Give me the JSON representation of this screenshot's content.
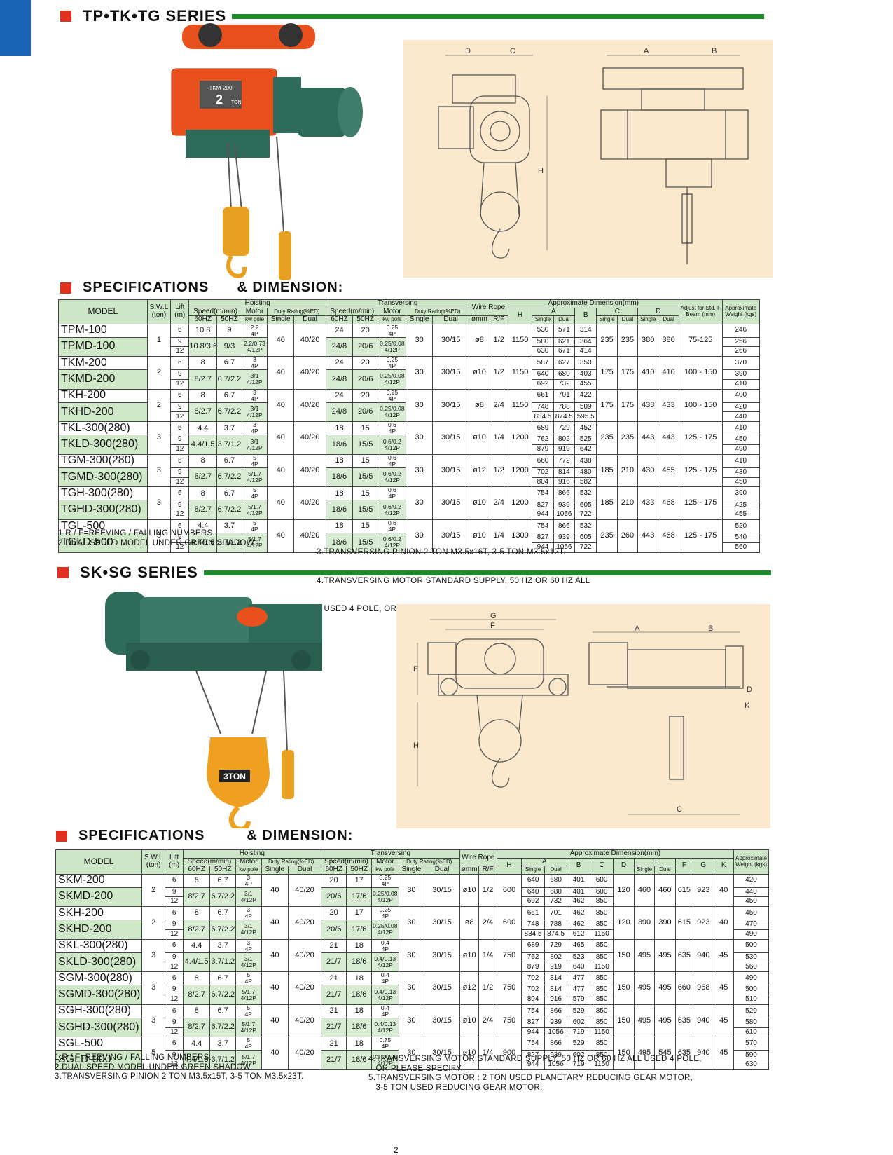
{
  "series1": {
    "title": "TP•TK•TG SERIES"
  },
  "series2": {
    "title": "SK•SG SERIES"
  },
  "spec_title_left": "SPECIFICATIONS",
  "spec_title_right": "& DIMENSION:",
  "photo1": {
    "label_line1": "TKM-200",
    "label_line2": "2",
    "label_line3": "TON"
  },
  "photo2": {
    "label": "3TON"
  },
  "drawing1": {
    "labels": {
      "d": "D",
      "c": "C",
      "h": "H",
      "a": "A",
      "b": "B"
    }
  },
  "drawing2": {
    "labels": {
      "g": "G",
      "f": "F",
      "e": "E",
      "h": "H",
      "a": "A",
      "b": "B",
      "c": "C",
      "d": "D",
      "k": "K"
    }
  },
  "table1": {
    "headers": {
      "model": "MODEL",
      "swl": "S.W.L",
      "swl_unit": "(ton)",
      "lift": "Lift",
      "lift_unit": "(m)",
      "hoisting": "Hoisting",
      "transversing": "Transversing",
      "speed": "Speed(m/min)",
      "motor": "Motor",
      "duty": "Duty Rating(%ED)",
      "hz60": "60HZ",
      "hz50": "50HZ",
      "kwpole": "kw pole",
      "single": "Single",
      "dual": "Dual",
      "wire": "Wire Rope",
      "mm": "ømm",
      "rf": "R/F",
      "approx": "Approximate Dimension(mm)",
      "h": "H",
      "a": "A",
      "b": "B",
      "c": "C",
      "d": "D",
      "adjust": "Adjust for Std. I-Beam (mm)",
      "weight": "Approximate Weight (kgs)"
    },
    "groups": [
      {
        "m1": "TPM-100",
        "m2": "TPMD-100",
        "swl": "1",
        "lift": [
          "6",
          "9",
          "12"
        ],
        "h60": "10.8",
        "h50": "9",
        "hm1": "2.2",
        "hm1b": "4P",
        "h60d": "10.8/3.6",
        "h50d": "9/3",
        "hm2": "2.2/0.73",
        "hm2b": "4/12P",
        "hs": "40",
        "hd": "40/20",
        "t60": "24",
        "t50": "20",
        "tm1": "0.25",
        "tm1b": "4P",
        "t60d": "24/8",
        "t50d": "20/6",
        "tm2": "0.25/0.08",
        "tm2b": "4/12P",
        "ts": "30",
        "td": "30/15",
        "wr": "ø8",
        "rf": "1/2",
        "H": "1150",
        "as": [
          "530",
          "580",
          "630"
        ],
        "ad": [
          "571",
          "621",
          "671"
        ],
        "b": [
          "314",
          "364",
          "414"
        ],
        "cs": "235",
        "cd": "235",
        "ds": "380",
        "dd": "380",
        "adj": "75-125",
        "w": [
          "246",
          "256",
          "266"
        ]
      },
      {
        "m1": "TKM-200",
        "m2": "TKMD-200",
        "swl": "2",
        "lift": [
          "6",
          "9",
          "12"
        ],
        "h60": "8",
        "h50": "6.7",
        "hm1": "3",
        "hm1b": "4P",
        "h60d": "8/2.7",
        "h50d": "6.7/2.2",
        "hm2": "3/1",
        "hm2b": "4/12P",
        "hs": "40",
        "hd": "40/20",
        "t60": "24",
        "t50": "20",
        "tm1": "0.25",
        "tm1b": "4P",
        "t60d": "24/8",
        "t50d": "20/6",
        "tm2": "0.25/0.08",
        "tm2b": "4/12P",
        "ts": "30",
        "td": "30/15",
        "wr": "ø10",
        "rf": "1/2",
        "H": "1150",
        "as": [
          "587",
          "640",
          "692"
        ],
        "ad": [
          "627",
          "680",
          "732"
        ],
        "b": [
          "350",
          "403",
          "455"
        ],
        "cs": "175",
        "cd": "175",
        "ds": "410",
        "dd": "410",
        "adj": "100 - 150",
        "w": [
          "370",
          "390",
          "410"
        ]
      },
      {
        "m1": "TKH-200",
        "m2": "TKHD-200",
        "swl": "2",
        "lift": [
          "6",
          "9",
          "12"
        ],
        "h60": "8",
        "h50": "6.7",
        "hm1": "3",
        "hm1b": "4P",
        "h60d": "8/2.7",
        "h50d": "6.7/2.2",
        "hm2": "3/1",
        "hm2b": "4/12P",
        "hs": "40",
        "hd": "40/20",
        "t60": "24",
        "t50": "20",
        "tm1": "0.25",
        "tm1b": "4P",
        "t60d": "24/8",
        "t50d": "20/6",
        "tm2": "0.25/0.08",
        "tm2b": "4/12P",
        "ts": "30",
        "td": "30/15",
        "wr": "ø8",
        "rf": "2/4",
        "H": "1150",
        "as": [
          "661",
          "748",
          "834.5"
        ],
        "ad": [
          "701",
          "788",
          "874.5"
        ],
        "b": [
          "422",
          "509",
          "595.5"
        ],
        "cs": "175",
        "cd": "175",
        "ds": "433",
        "dd": "433",
        "adj": "100 - 150",
        "w": [
          "400",
          "420",
          "440"
        ]
      },
      {
        "m1": "TKL-300(280)",
        "m2": "TKLD-300(280)",
        "swl": "3",
        "lift": [
          "6",
          "9",
          "12"
        ],
        "h60": "4.4",
        "h50": "3.7",
        "hm1": "3",
        "hm1b": "4P",
        "h60d": "4.4/1.5",
        "h50d": "3.7/1.2",
        "hm2": "3/1",
        "hm2b": "4/12P",
        "hs": "40",
        "hd": "40/20",
        "t60": "18",
        "t50": "15",
        "tm1": "0.6",
        "tm1b": "4P",
        "t60d": "18/6",
        "t50d": "15/5",
        "tm2": "0.6/0.2",
        "tm2b": "4/12P",
        "ts": "30",
        "td": "30/15",
        "wr": "ø10",
        "rf": "1/4",
        "H": "1200",
        "as": [
          "689",
          "762",
          "879"
        ],
        "ad": [
          "729",
          "802",
          "919"
        ],
        "b": [
          "452",
          "525",
          "642"
        ],
        "cs": "235",
        "cd": "235",
        "ds": "443",
        "dd": "443",
        "adj": "125 - 175",
        "w": [
          "410",
          "450",
          "490"
        ]
      },
      {
        "m1": "TGM-300(280)",
        "m2": "TGMD-300(280)",
        "swl": "3",
        "lift": [
          "6",
          "9",
          "12"
        ],
        "h60": "8",
        "h50": "6.7",
        "hm1": "5",
        "hm1b": "4P",
        "h60d": "8/2.7",
        "h50d": "6.7/2.2",
        "hm2": "5/1.7",
        "hm2b": "4/12P",
        "hs": "40",
        "hd": "40/20",
        "t60": "18",
        "t50": "15",
        "tm1": "0.6",
        "tm1b": "4P",
        "t60d": "18/6",
        "t50d": "15/5",
        "tm2": "0.6/0.2",
        "tm2b": "4/12P",
        "ts": "30",
        "td": "30/15",
        "wr": "ø12",
        "rf": "1/2",
        "H": "1200",
        "as": [
          "660",
          "702",
          "804"
        ],
        "ad": [
          "772",
          "814",
          "916"
        ],
        "b": [
          "438",
          "480",
          "582"
        ],
        "cs": "185",
        "cd": "210",
        "ds": "430",
        "dd": "455",
        "adj": "125 - 175",
        "w": [
          "410",
          "430",
          "450"
        ]
      },
      {
        "m1": "TGH-300(280)",
        "m2": "TGHD-300(280)",
        "swl": "3",
        "lift": [
          "6",
          "9",
          "12"
        ],
        "h60": "8",
        "h50": "6.7",
        "hm1": "5",
        "hm1b": "4P",
        "h60d": "8/2.7",
        "h50d": "6.7/2.2",
        "hm2": "5/1.7",
        "hm2b": "4/12P",
        "hs": "40",
        "hd": "40/20",
        "t60": "18",
        "t50": "15",
        "tm1": "0.6",
        "tm1b": "4P",
        "t60d": "18/6",
        "t50d": "15/5",
        "tm2": "0.6/0.2",
        "tm2b": "4/12P",
        "ts": "30",
        "td": "30/15",
        "wr": "ø10",
        "rf": "2/4",
        "H": "1200",
        "as": [
          "754",
          "827",
          "944"
        ],
        "ad": [
          "866",
          "939",
          "1056"
        ],
        "b": [
          "532",
          "605",
          "722"
        ],
        "cs": "185",
        "cd": "210",
        "ds": "433",
        "dd": "468",
        "adj": "125 - 175",
        "w": [
          "390",
          "425",
          "455"
        ]
      },
      {
        "m1": "TGL-500",
        "m2": "TGLD-500",
        "swl": "5",
        "lift": [
          "6",
          "9",
          "12"
        ],
        "h60": "4.4",
        "h50": "3.7",
        "hm1": "5",
        "hm1b": "4P",
        "h60d": "4.4/1.5",
        "h50d": "3.7/1.2",
        "hm2": "5/1.7",
        "hm2b": "4/12P",
        "hs": "40",
        "hd": "40/20",
        "t60": "18",
        "t50": "15",
        "tm1": "0.6",
        "tm1b": "4P",
        "t60d": "18/6",
        "t50d": "15/5",
        "tm2": "0.6/0.2",
        "tm2b": "4/12P",
        "ts": "30",
        "td": "30/15",
        "wr": "ø10",
        "rf": "1/4",
        "H": "1300",
        "as": [
          "754",
          "827",
          "944"
        ],
        "ad": [
          "866",
          "939",
          "1056"
        ],
        "b": [
          "532",
          "605",
          "722"
        ],
        "cs": "235",
        "cd": "260",
        "ds": "443",
        "dd": "468",
        "adj": "125 - 175",
        "w": [
          "520",
          "540",
          "560"
        ]
      }
    ]
  },
  "notes1": {
    "left": [
      "1.R / F=REEVING / FALLING NUMBERS.",
      "2.DUAL SPEED MODEL UNDER GREEN SHADOW."
    ],
    "right": [
      "3.TRANSVERSING PINION  2  TON M3.5x16T, 3-5  TON  M3.5x12T.",
      "4.TRANSVERSING MOTOR STANDARD SUPPLY, 50 HZ OR 60 HZ ALL",
      "   USED 4 POLE, OR PLEASE SPECIFY."
    ]
  },
  "table2": {
    "headers": {
      "model": "MODEL",
      "swl": "S.W.L",
      "swl_unit": "(ton)",
      "lift": "Lift",
      "lift_unit": "(m)",
      "hoisting": "Hoisting",
      "transversing": "Transversing",
      "speed": "Speed(m/min)",
      "motor": "Motor",
      "duty": "Duty Rating(%ED)",
      "hz60": "60HZ",
      "hz50": "50HZ",
      "kwpole": "kw pole",
      "single": "Single",
      "dual": "Dual",
      "wire": "Wire Rope",
      "mm": "ømm",
      "rf": "R/F",
      "approx": "Approximate Dimension(mm)",
      "h": "H",
      "a": "A",
      "b": "B",
      "c": "C",
      "d": "D",
      "e": "E",
      "f": "F",
      "g": "G",
      "k": "K",
      "weight": "Approximate Weight (kgs)"
    },
    "groups": [
      {
        "m1": "SKM-200",
        "m2": "SKMD-200",
        "swl": "2",
        "lift": [
          "6",
          "9",
          "12"
        ],
        "h60": "8",
        "h50": "6.7",
        "hm1": "3",
        "hm1b": "4P",
        "h60d": "8/2.7",
        "h50d": "6.7/2.2",
        "hm2": "3/1",
        "hm2b": "4/12P",
        "hs": "40",
        "hd": "40/20",
        "t60": "20",
        "t50": "17",
        "tm1": "0.25",
        "tm1b": "4P",
        "t60d": "20/6",
        "t50d": "17/6",
        "tm2": "0.25/0.08",
        "tm2b": "4/12P",
        "ts": "30",
        "td": "30/15",
        "wr": "ø10",
        "rf": "1/2",
        "H": "600",
        "as": [
          "640",
          "640",
          "692"
        ],
        "ad": [
          "680",
          "680",
          "732"
        ],
        "b": [
          "401",
          "401",
          "462"
        ],
        "c": [
          "600",
          "600",
          "850"
        ],
        "d": "120",
        "es": "460",
        "ed": "460",
        "f": "615",
        "g": "923",
        "k": "40",
        "w": [
          "420",
          "440",
          "450"
        ]
      },
      {
        "m1": "SKH-200",
        "m2": "SKHD-200",
        "swl": "2",
        "lift": [
          "6",
          "9",
          "12"
        ],
        "h60": "8",
        "h50": "6.7",
        "hm1": "3",
        "hm1b": "4P",
        "h60d": "8/2.7",
        "h50d": "6.7/2.2",
        "hm2": "3/1",
        "hm2b": "4/12P",
        "hs": "40",
        "hd": "40/20",
        "t60": "20",
        "t50": "17",
        "tm1": "0.25",
        "tm1b": "4P",
        "t60d": "20/6",
        "t50d": "17/6",
        "tm2": "0.25/0.08",
        "tm2b": "4/12P",
        "ts": "30",
        "td": "30/15",
        "wr": "ø8",
        "rf": "2/4",
        "H": "600",
        "as": [
          "661",
          "748",
          "834.5"
        ],
        "ad": [
          "701",
          "788",
          "874.5"
        ],
        "b": [
          "462",
          "462",
          "612"
        ],
        "c": [
          "850",
          "850",
          "1150"
        ],
        "d": "120",
        "es": "390",
        "ed": "390",
        "f": "615",
        "g": "923",
        "k": "40",
        "w": [
          "450",
          "470",
          "490"
        ]
      },
      {
        "m1": "SKL-300(280)",
        "m2": "SKLD-300(280)",
        "swl": "3",
        "lift": [
          "6",
          "9",
          "12"
        ],
        "h60": "4.4",
        "h50": "3.7",
        "hm1": "3",
        "hm1b": "4P",
        "h60d": "4.4/1.5",
        "h50d": "3.7/1.2",
        "hm2": "3/1",
        "hm2b": "4/12P",
        "hs": "40",
        "hd": "40/20",
        "t60": "21",
        "t50": "18",
        "tm1": "0.4",
        "tm1b": "4P",
        "t60d": "21/7",
        "t50d": "18/6",
        "tm2": "0.4/0.13",
        "tm2b": "4/12P",
        "ts": "30",
        "td": "30/15",
        "wr": "ø10",
        "rf": "1/4",
        "H": "750",
        "as": [
          "689",
          "762",
          "879"
        ],
        "ad": [
          "729",
          "802",
          "919"
        ],
        "b": [
          "465",
          "523",
          "640"
        ],
        "c": [
          "850",
          "850",
          "1150"
        ],
        "d": "150",
        "es": "495",
        "ed": "495",
        "f": "635",
        "g": "940",
        "k": "45",
        "w": [
          "500",
          "530",
          "560"
        ]
      },
      {
        "m1": "SGM-300(280)",
        "m2": "SGMD-300(280)",
        "swl": "3",
        "lift": [
          "6",
          "9",
          "12"
        ],
        "h60": "8",
        "h50": "6.7",
        "hm1": "5",
        "hm1b": "4P",
        "h60d": "8/2.7",
        "h50d": "6.7/2.2",
        "hm2": "5/1.7",
        "hm2b": "4/12P",
        "hs": "40",
        "hd": "40/20",
        "t60": "21",
        "t50": "18",
        "tm1": "0.4",
        "tm1b": "4P",
        "t60d": "21/7",
        "t50d": "18/6",
        "tm2": "0.4/0.13",
        "tm2b": "4/12P",
        "ts": "30",
        "td": "30/15",
        "wr": "ø12",
        "rf": "1/2",
        "H": "750",
        "as": [
          "702",
          "702",
          "804"
        ],
        "ad": [
          "814",
          "814",
          "916"
        ],
        "b": [
          "477",
          "477",
          "579"
        ],
        "c": [
          "850",
          "850",
          "850"
        ],
        "d": "150",
        "es": "495",
        "ed": "495",
        "f": "660",
        "g": "968",
        "k": "45",
        "w": [
          "490",
          "500",
          "510"
        ]
      },
      {
        "m1": "SGH-300(280)",
        "m2": "SGHD-300(280)",
        "swl": "3",
        "lift": [
          "6",
          "9",
          "12"
        ],
        "h60": "8",
        "h50": "6.7",
        "hm1": "5",
        "hm1b": "4P",
        "h60d": "8/2.7",
        "h50d": "6.7/2.2",
        "hm2": "5/1.7",
        "hm2b": "4/12P",
        "hs": "40",
        "hd": "40/20",
        "t60": "21",
        "t50": "18",
        "tm1": "0.4",
        "tm1b": "4P",
        "t60d": "21/7",
        "t50d": "18/6",
        "tm2": "0.4/0.13",
        "tm2b": "4/12P",
        "ts": "30",
        "td": "30/15",
        "wr": "ø10",
        "rf": "2/4",
        "H": "750",
        "as": [
          "754",
          "827",
          "944"
        ],
        "ad": [
          "866",
          "939",
          "1056"
        ],
        "b": [
          "529",
          "602",
          "719"
        ],
        "c": [
          "850",
          "850",
          "1150"
        ],
        "d": "150",
        "es": "495",
        "ed": "495",
        "f": "635",
        "g": "940",
        "k": "45",
        "w": [
          "520",
          "580",
          "610"
        ]
      },
      {
        "m1": "SGL-500",
        "m2": "SGLD-500",
        "swl": "5",
        "lift": [
          "6",
          "9",
          "12"
        ],
        "h60": "4.4",
        "h50": "3.7",
        "hm1": "5",
        "hm1b": "4P",
        "h60d": "4.4/1.5",
        "h50d": "3.7/1.2",
        "hm2": "5/1.7",
        "hm2b": "4/12P",
        "hs": "40",
        "hd": "40/20",
        "t60": "21",
        "t50": "18",
        "tm1": "0.75",
        "tm1b": "4P",
        "t60d": "21/7",
        "t50d": "18/6",
        "tm2": "0.75/0.25",
        "tm2b": "4/12P",
        "ts": "30",
        "td": "30/15",
        "wr": "ø10",
        "rf": "1/4",
        "H": "900",
        "as": [
          "754",
          "827",
          "944"
        ],
        "ad": [
          "866",
          "939",
          "1056"
        ],
        "b": [
          "529",
          "602",
          "719"
        ],
        "c": [
          "850",
          "850",
          "1150"
        ],
        "d": "150",
        "es": "495",
        "ed": "545",
        "f": "635",
        "g": "940",
        "k": "45",
        "w": [
          "570",
          "590",
          "630"
        ]
      }
    ]
  },
  "notes2": {
    "left": [
      "1.R / F=REEVING / FALLING NUMBERS.",
      "2.DUAL SPEED MODEL UNDER GREEN SHADOW.",
      "3.TRANSVERSING PINION  2  TON M3.5x15T, 3-5  TON  M3.5x23T."
    ],
    "right": [
      "4.TRANSVERSING MOTOR STANDARD SUPPLY, 50 HZ OR 60 HZ ALL USED 4 POLE,",
      "   OR PLEASE SPECIFY.",
      "5.TRANSVERSING MOTOR : 2 TON USED PLANETARY REDUCING GEAR MOTOR,",
      "   3-5 TON USED REDUCING GEAR MOTOR."
    ]
  },
  "page_number": "2",
  "colors": {
    "green_bar": "#1e8a2c",
    "red_square": "#e03020",
    "green_shade": "#d7ecd2",
    "drawing_bg": "#fae9cc",
    "hoist_red": "#e8501e",
    "hoist_green": "#2f6b5a"
  }
}
